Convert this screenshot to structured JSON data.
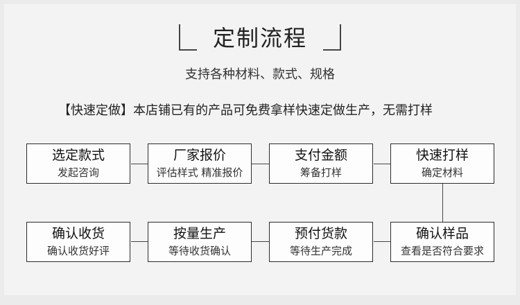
{
  "title": "定制流程",
  "subtitle": "支持各种材料、款式、规格",
  "notice": "【快速定做】本店铺已有的产品可免费拿样快速定做生产，无需打样",
  "steps": [
    {
      "title": "选定款式",
      "desc": "发起咨询"
    },
    {
      "title": "厂家报价",
      "desc": "评估样式 精准报价"
    },
    {
      "title": "支付金额",
      "desc": "筹备打样"
    },
    {
      "title": "快速打样",
      "desc": "确定材料"
    },
    {
      "title": "确认样品",
      "desc": "查看是否符合要求"
    },
    {
      "title": "预付货款",
      "desc": "等待生产完成"
    },
    {
      "title": "按量生产",
      "desc": "等待收货确认"
    },
    {
      "title": "确认收货",
      "desc": "确认收货好评"
    }
  ]
}
